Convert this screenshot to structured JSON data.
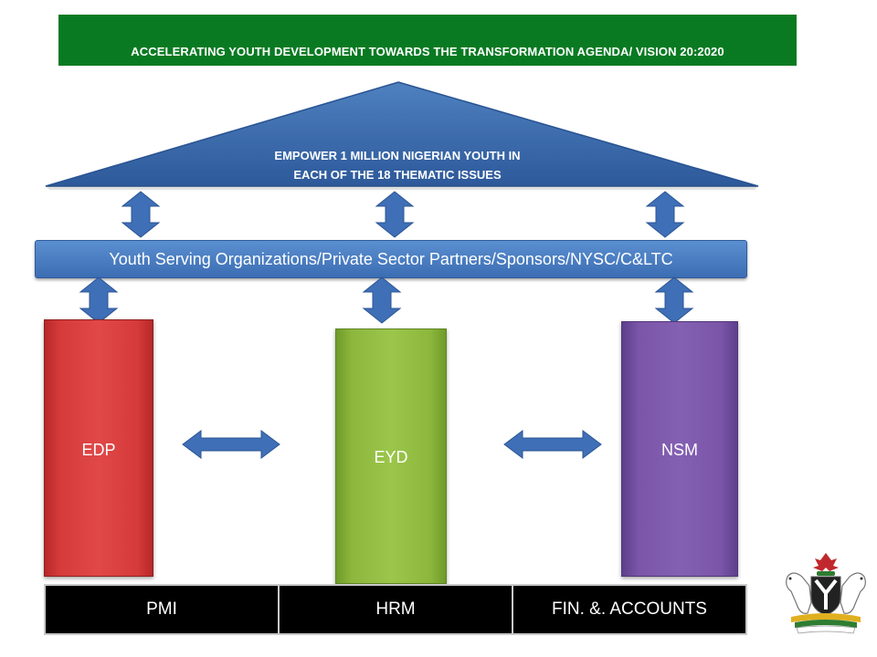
{
  "banner": {
    "title": "ACCELERATING YOUTH DEVELOPMENT TOWARDS THE TRANSFORMATION AGENDA/ VISION 20:2020"
  },
  "roof": {
    "line1": "EMPOWER 1 MILLION NIGERIAN YOUTH IN",
    "line2": "EACH OF THE 18 THEMATIC ISSUES"
  },
  "partners_bar": {
    "label": "Youth Serving Organizations/Private Sector Partners/Sponsors/NYSC/C&LTC"
  },
  "pillars": [
    {
      "label": "EDP",
      "color": "#d63a3a"
    },
    {
      "label": "EYD",
      "color": "#8cb73c"
    },
    {
      "label": "NSM",
      "color": "#7a55a8"
    }
  ],
  "bottom_bar": {
    "cells": [
      "PMI",
      "HRM",
      "FIN. &. ACCOUNTS"
    ]
  },
  "colors": {
    "banner": "#0a7a22",
    "arrow": "#3f6fb6",
    "roof": "#3f74c1",
    "bottom_bar": "#000000"
  },
  "icons": {
    "emblem": "coat-of-arms-icon",
    "double_arrow": "double-arrow-icon"
  }
}
